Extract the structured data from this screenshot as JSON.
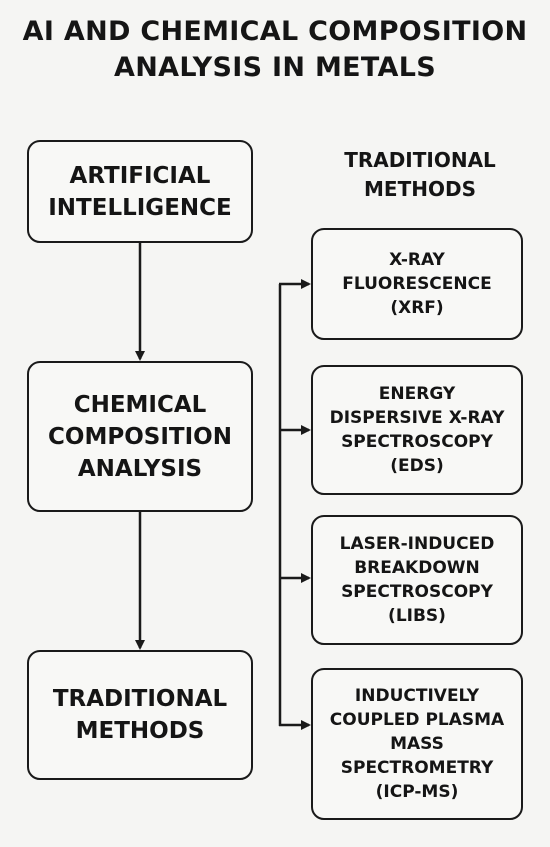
{
  "title": {
    "line1": "AI AND CHEMICAL COMPOSITION",
    "line2": "ANALYSIS IN METALS"
  },
  "left_column": {
    "box_ai": {
      "lines": [
        "ARTIFICIAL",
        "INTELLIGENCE"
      ]
    },
    "box_cca": {
      "lines": [
        "CHEMICAL",
        "COMPOSITION",
        "ANALYSIS"
      ]
    },
    "box_tm": {
      "lines": [
        "TRADITIONAL",
        "METHODS"
      ]
    }
  },
  "right_column": {
    "heading": {
      "lines": [
        "TRADITIONAL",
        "METHODS"
      ]
    },
    "xrf": {
      "lines": [
        "X-RAY",
        "FLUORESCENCE",
        "(XRF)"
      ]
    },
    "eds": {
      "lines": [
        "ENERGY",
        "DISPERSIVE X-RAY",
        "SPECTROSCOPY",
        "(EDS)"
      ]
    },
    "libs": {
      "lines": [
        "LASER-INDUCED",
        "BREAKDOWN",
        "SPECTROSCOPY",
        "(LIBS)"
      ]
    },
    "icpms": {
      "lines": [
        "INDUCTIVELY",
        "COUPLED PLASMA",
        "MASS",
        "SPECTROMETRY",
        "(ICP-MS)"
      ]
    }
  },
  "colors": {
    "background": "#f5f5f3",
    "stroke": "#1a1a1a",
    "text": "#151515"
  }
}
